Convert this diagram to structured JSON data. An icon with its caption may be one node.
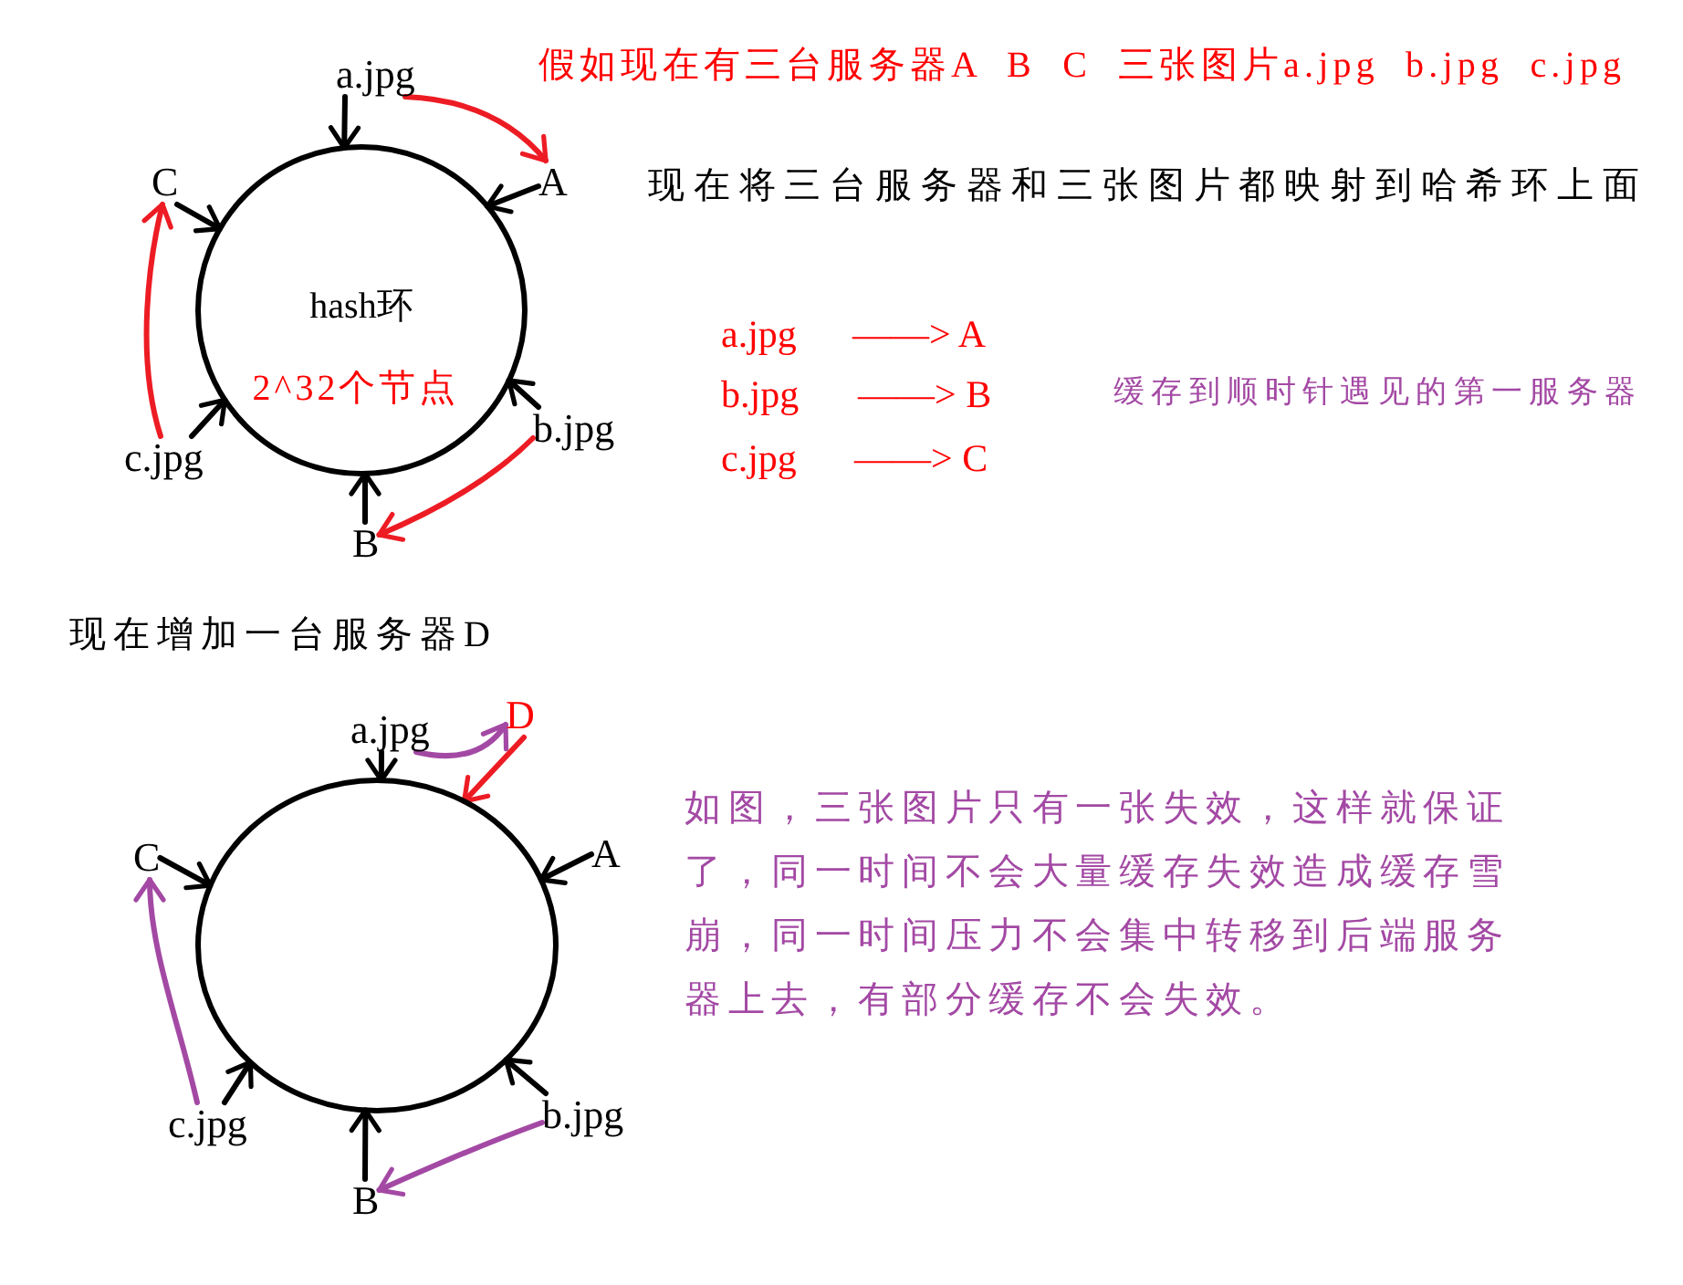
{
  "diagram": {
    "nodes": [
      {
        "text": [
          "hash环",
          "2^32个节点"
        ]
      },
      {
        "text": [
          "a.jpg"
        ]
      },
      {
        "text": [
          "A"
        ]
      },
      {
        "text": [
          "C"
        ]
      },
      {
        "text": [
          "c.jpg"
        ]
      },
      {
        "text": [
          "b.jpg"
        ]
      },
      {
        "text": [
          "B"
        ]
      },
      {
        "text": [],
        "shape": "circle"
      },
      {
        "text": [
          "a.jpg"
        ]
      },
      {
        "text": [
          "D"
        ]
      },
      {
        "text": [
          "C"
        ]
      },
      {
        "text": [
          "A"
        ]
      },
      {
        "text": [
          "c.jpg"
        ]
      },
      {
        "text": [
          "b.jpg"
        ]
      },
      {
        "text": [
          "B"
        ]
      }
    ],
    "edges": [
      {
        "from": 1,
        "to": 0,
        "arrow": "to"
      },
      {
        "from": 2,
        "to": 0,
        "arrow": "to"
      },
      {
        "from": 3,
        "to": 0,
        "arrow": "to"
      },
      {
        "from": 4,
        "to": 0,
        "arrow": "to"
      },
      {
        "from": 5,
        "to": 0,
        "arrow": "to"
      },
      {
        "from": 6,
        "to": 0,
        "arrow": "to"
      },
      {
        "from": 1,
        "to": 2,
        "arrow": "to",
        "color": "#ed1c24"
      },
      {
        "from": 5,
        "to": 6,
        "arrow": "to",
        "color": "#ed1c24"
      },
      {
        "from": 4,
        "to": 3,
        "arrow": "to",
        "color": "#ed1c24"
      },
      {
        "from": 8,
        "to": 7,
        "arrow": "to"
      },
      {
        "from": 9,
        "to": 7,
        "arrow": "to",
        "color": "#ed1c24"
      },
      {
        "from": 11,
        "to": 7,
        "arrow": "to"
      },
      {
        "from": 10,
        "to": 7,
        "arrow": "to"
      },
      {
        "from": 12,
        "to": 7,
        "arrow": "to"
      },
      {
        "from": 13,
        "to": 7,
        "arrow": "to"
      },
      {
        "from": 14,
        "to": 7,
        "arrow": "to"
      },
      {
        "from": 8,
        "to": 9,
        "arrow": "to",
        "color": "#a349a4"
      },
      {
        "from": 13,
        "to": 14,
        "arrow": "to",
        "color": "#a349a4"
      },
      {
        "from": 12,
        "to": 10,
        "arrow": "to",
        "color": "#a349a4"
      }
    ],
    "labels": [
      "假如现在有三台服务器A B C 三张图片a.jpg b.jpg c.jpg",
      "现在将三台服务器和三张图片都映射到哈希环上面",
      "a.jpg",
      "——> A",
      "b.jpg",
      "——> B",
      "c.jpg",
      "——> C",
      "缓存到顺时针遇见的第一服务器",
      "现在增加一台服务器D",
      "如图，三张图片只有一张失效，这样就保证了，同一时间不会大量缓存失效造成缓存雪崩，同一时间压力不会集中转移到后端服务器上去，有部分缓存不会失效。"
    ]
  }
}
